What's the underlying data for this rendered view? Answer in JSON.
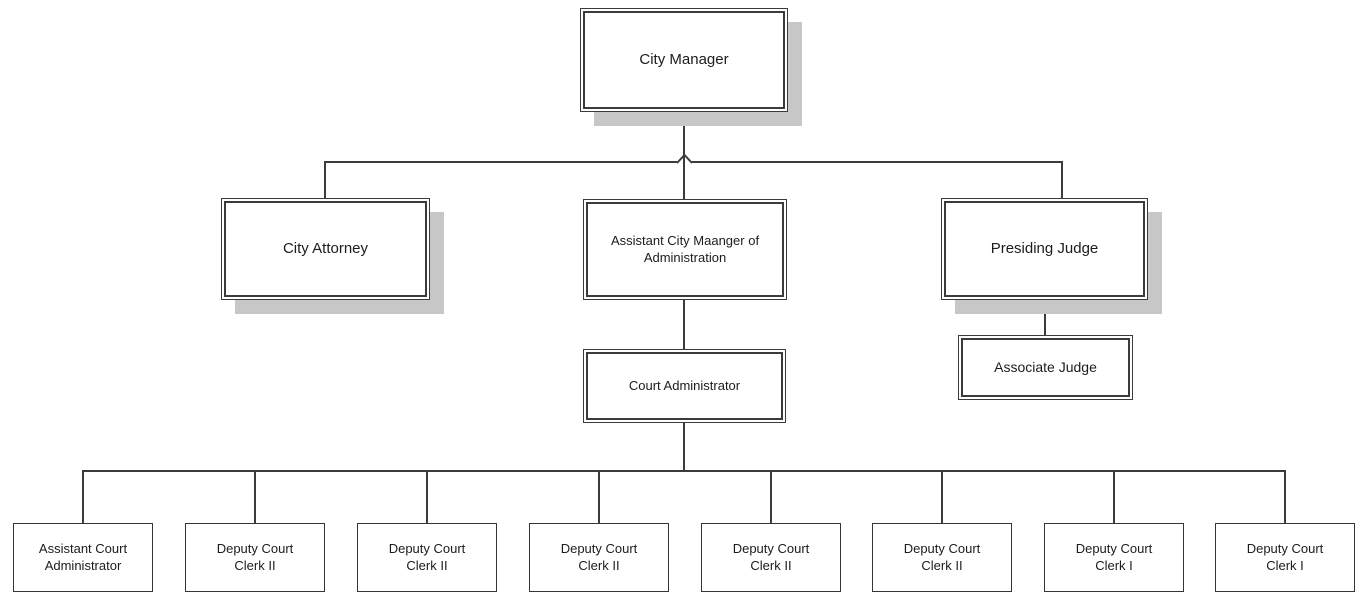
{
  "org_chart": {
    "nodes": [
      {
        "id": "city-manager",
        "label": "City Manager",
        "reports_to": null
      },
      {
        "id": "city-attorney",
        "label": "City Attorney",
        "reports_to": "city-manager"
      },
      {
        "id": "assistant-city-manager-of-administration",
        "label": "Assistant City Maanger of\nAdministration",
        "reports_to": "city-manager"
      },
      {
        "id": "presiding-judge",
        "label": "Presiding Judge",
        "reports_to": "city-manager"
      },
      {
        "id": "court-administrator",
        "label": "Court Administrator",
        "reports_to": "assistant-city-manager-of-administration"
      },
      {
        "id": "associate-judge",
        "label": "Associate Judge",
        "reports_to": "presiding-judge"
      },
      {
        "id": "assistant-court-administrator",
        "label": "Assistant Court\nAdministrator",
        "reports_to": "court-administrator"
      },
      {
        "id": "deputy-court-clerk-ii-1",
        "label": "Deputy Court\nClerk II",
        "reports_to": "court-administrator"
      },
      {
        "id": "deputy-court-clerk-ii-2",
        "label": "Deputy Court\nClerk II",
        "reports_to": "court-administrator"
      },
      {
        "id": "deputy-court-clerk-ii-3",
        "label": "Deputy Court\nClerk II",
        "reports_to": "court-administrator"
      },
      {
        "id": "deputy-court-clerk-ii-4",
        "label": "Deputy Court\nClerk II",
        "reports_to": "court-administrator"
      },
      {
        "id": "deputy-court-clerk-ii-5",
        "label": "Deputy Court\nClerk II",
        "reports_to": "court-administrator"
      },
      {
        "id": "deputy-court-clerk-i-1",
        "label": "Deputy Court\nClerk I",
        "reports_to": "court-administrator"
      },
      {
        "id": "deputy-court-clerk-i-2",
        "label": "Deputy Court\nClerk I",
        "reports_to": "court-administrator"
      }
    ],
    "colors": {
      "line": "#3b3b3b",
      "border": "#3b3b3b",
      "text": "#1c1c1c",
      "shadow": "#c7c7c7",
      "background": "#ffffff"
    }
  }
}
